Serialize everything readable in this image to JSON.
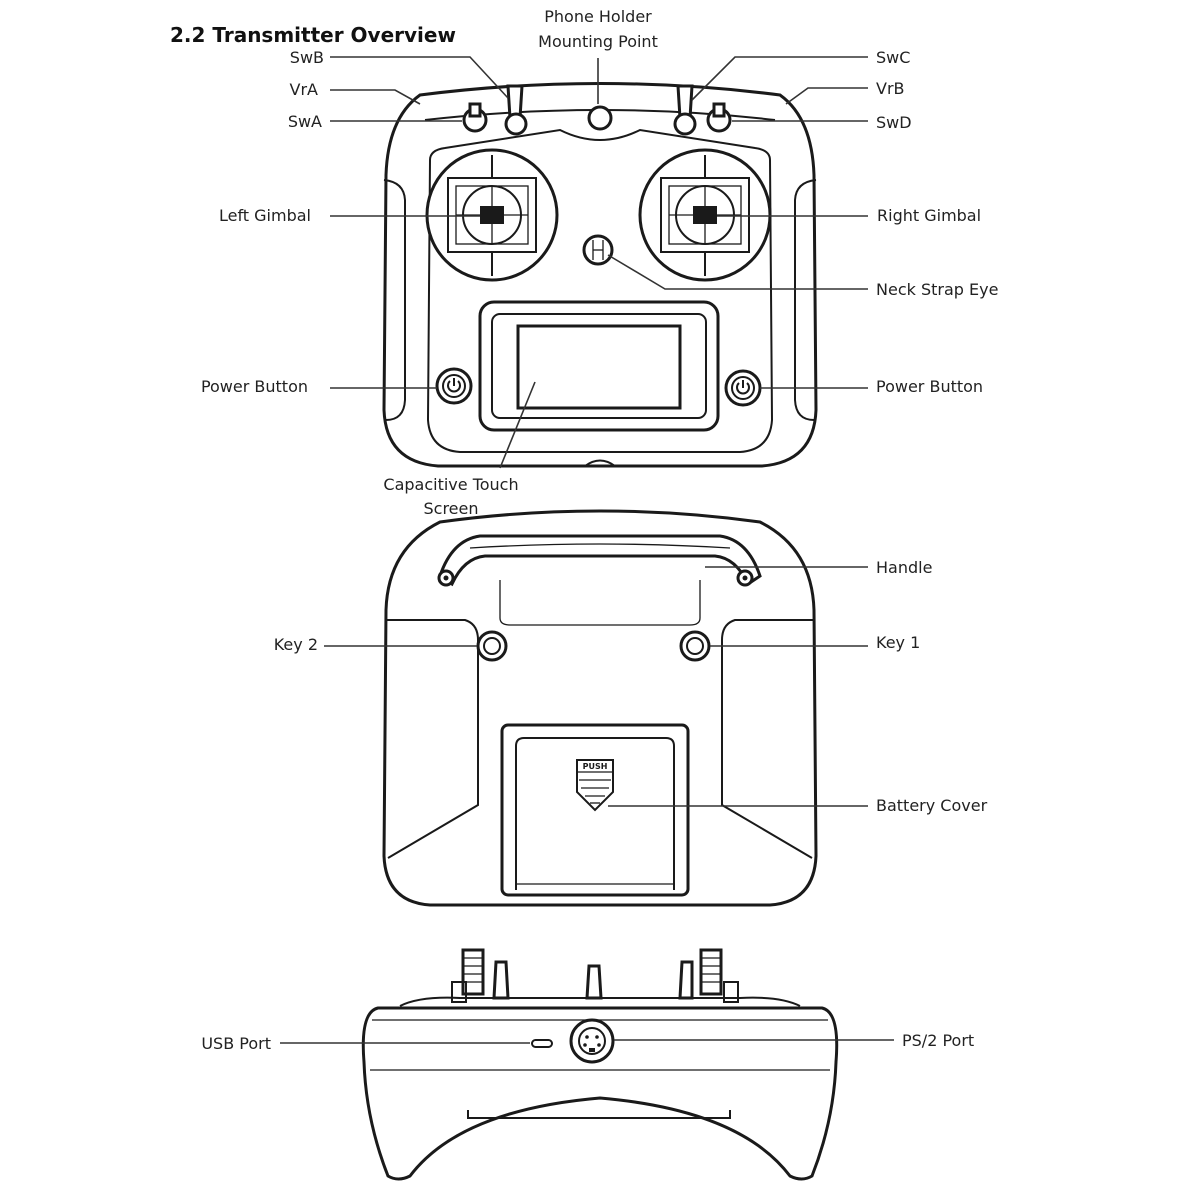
{
  "title": "2.2 Transmitter Overview",
  "labels": {
    "phone_holder_line1": "Phone Holder",
    "phone_holder_line2": "Mounting Point",
    "swb": "SwB",
    "vra": "VrA",
    "swa": "SwA",
    "swc": "SwC",
    "vrb": "VrB",
    "swd": "SwD",
    "left_gimbal": "Left Gimbal",
    "right_gimbal": "Right Gimbal",
    "neck_strap_eye": "Neck Strap Eye",
    "power_button_left": "Power Button",
    "power_button_right": "Power Button",
    "touch_screen_line1": "Capacitive Touch",
    "touch_screen_line2": "Screen",
    "handle": "Handle",
    "key2": "Key 2",
    "key1": "Key 1",
    "battery_cover": "Battery Cover",
    "usb_port": "USB Port",
    "ps2_port": "PS/2 Port"
  },
  "battery_cover_mark": "PUSH",
  "colors": {
    "line": "#333333",
    "outline": "#1a1a1a",
    "background": "#ffffff"
  }
}
